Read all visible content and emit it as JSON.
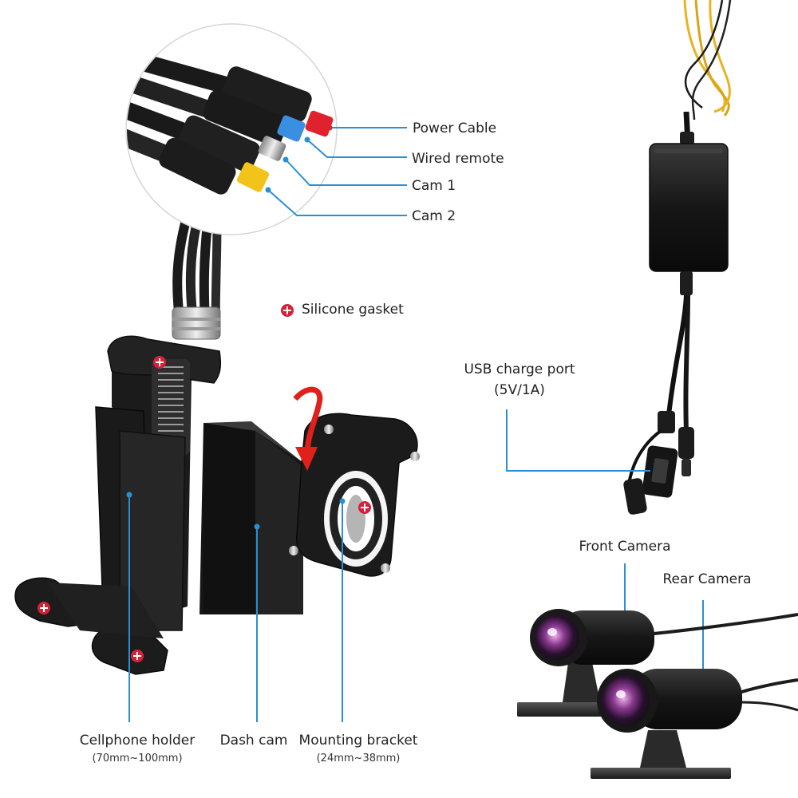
{
  "labels": {
    "power_cable": "Power Cable",
    "wired_remote": "Wired remote",
    "cam1": "Cam 1",
    "cam2": "Cam 2",
    "silicone_gasket": "Silicone gasket",
    "usb_port_line1": "USB charge port",
    "usb_port_line2": "(5V/1A)",
    "front_camera": "Front Camera",
    "rear_camera": "Rear Camera",
    "cellphone_holder": "Cellphone holder",
    "cellphone_holder_size": "(70mm~100mm)",
    "dash_cam": "Dash cam",
    "mounting_bracket": "Mounting bracket",
    "mounting_bracket_size": "(24mm~38mm)"
  },
  "colors": {
    "callout_line": "#2a8fd4",
    "marker_red": "#d2233a",
    "connector_red": "#e0222e",
    "connector_blue": "#3a8fe0",
    "connector_yellow": "#f2c41a",
    "wire_yellow": "#e9b320",
    "rotate_arrow": "#e0201a",
    "product_black": "#1c1c1c"
  }
}
